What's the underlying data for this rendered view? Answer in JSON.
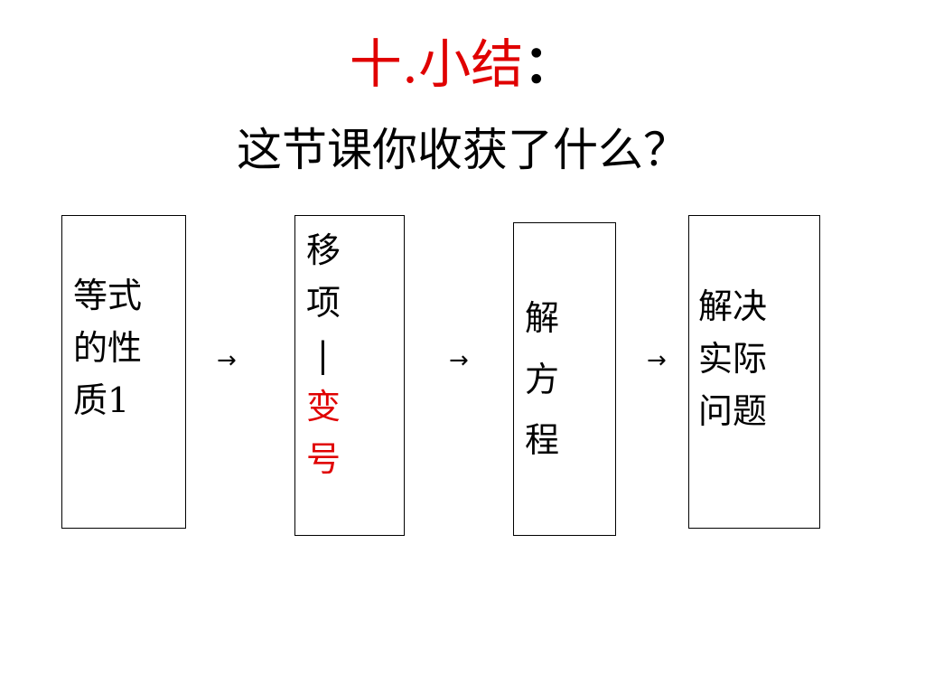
{
  "title": {
    "main": "十.小结",
    "colon": "："
  },
  "subtitle": "这节课你收获了什么？",
  "boxes": [
    {
      "lines": [
        "等式",
        "的性",
        "质1"
      ]
    },
    {
      "lines": [
        "移",
        "项",
        "|",
        "变",
        "号"
      ]
    },
    {
      "lines": [
        "解",
        "方",
        "程"
      ]
    },
    {
      "lines": [
        "解决",
        "实际",
        "问题"
      ]
    }
  ],
  "arrows": [
    "→",
    "→",
    "→"
  ],
  "colors": {
    "accent_red": "#e00000",
    "text": "#000000",
    "border": "#000000",
    "background": "#ffffff"
  }
}
